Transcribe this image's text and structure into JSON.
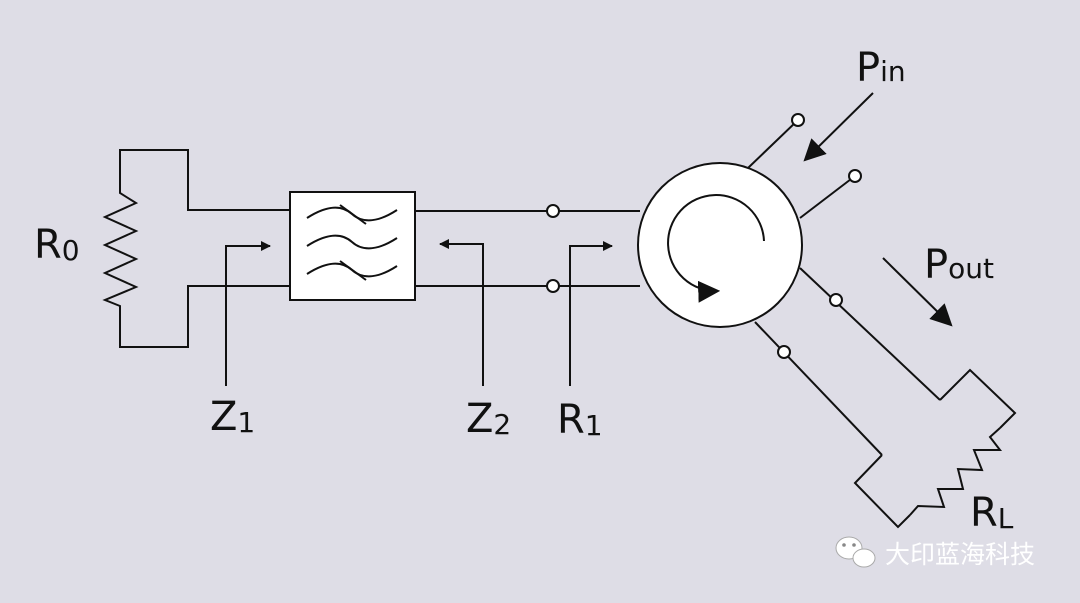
{
  "labels": {
    "r0": {
      "main": "R",
      "sub": "0"
    },
    "z1": {
      "main": "Z",
      "sub": "1"
    },
    "z2": {
      "main": "Z",
      "sub": "2"
    },
    "r1": {
      "main": "R",
      "sub": "1"
    },
    "pin": {
      "main": "P",
      "sub": "in"
    },
    "pout": {
      "main": "P",
      "sub": "out"
    },
    "rl": {
      "main": "R",
      "sub": "L"
    }
  },
  "watermark": {
    "text": "大印蓝海科技",
    "icon": "wechat-icon"
  },
  "colors": {
    "background": "#dedde6",
    "line": "#111111",
    "component_fill": "#ffffff"
  }
}
